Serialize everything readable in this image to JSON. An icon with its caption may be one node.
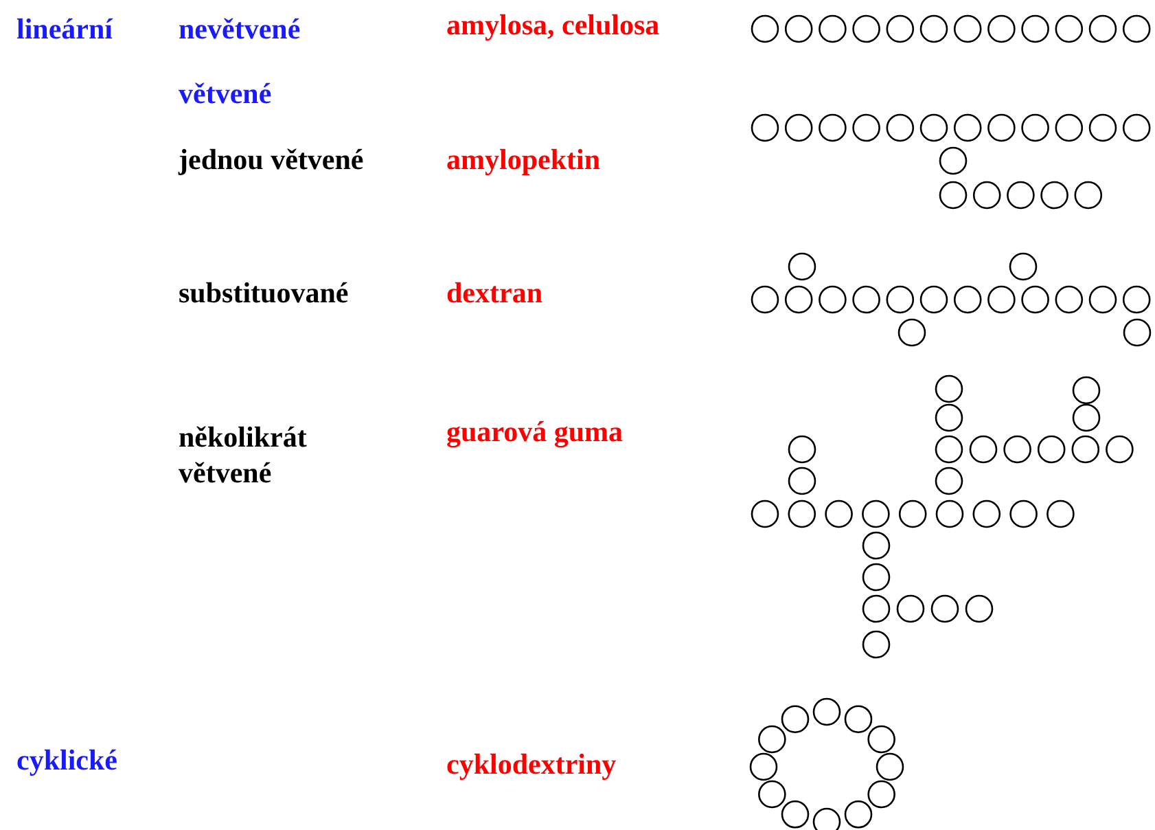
{
  "diagram": {
    "labels": [
      "lineární",
      "nevětvené",
      "amylosa, celulosa",
      "větvené",
      "jednou větvené",
      "amylopektin",
      "substituované",
      "dextran",
      "několikrát větvené",
      "guarová guma",
      "cyklické",
      "cyklodextriny"
    ]
  }
}
